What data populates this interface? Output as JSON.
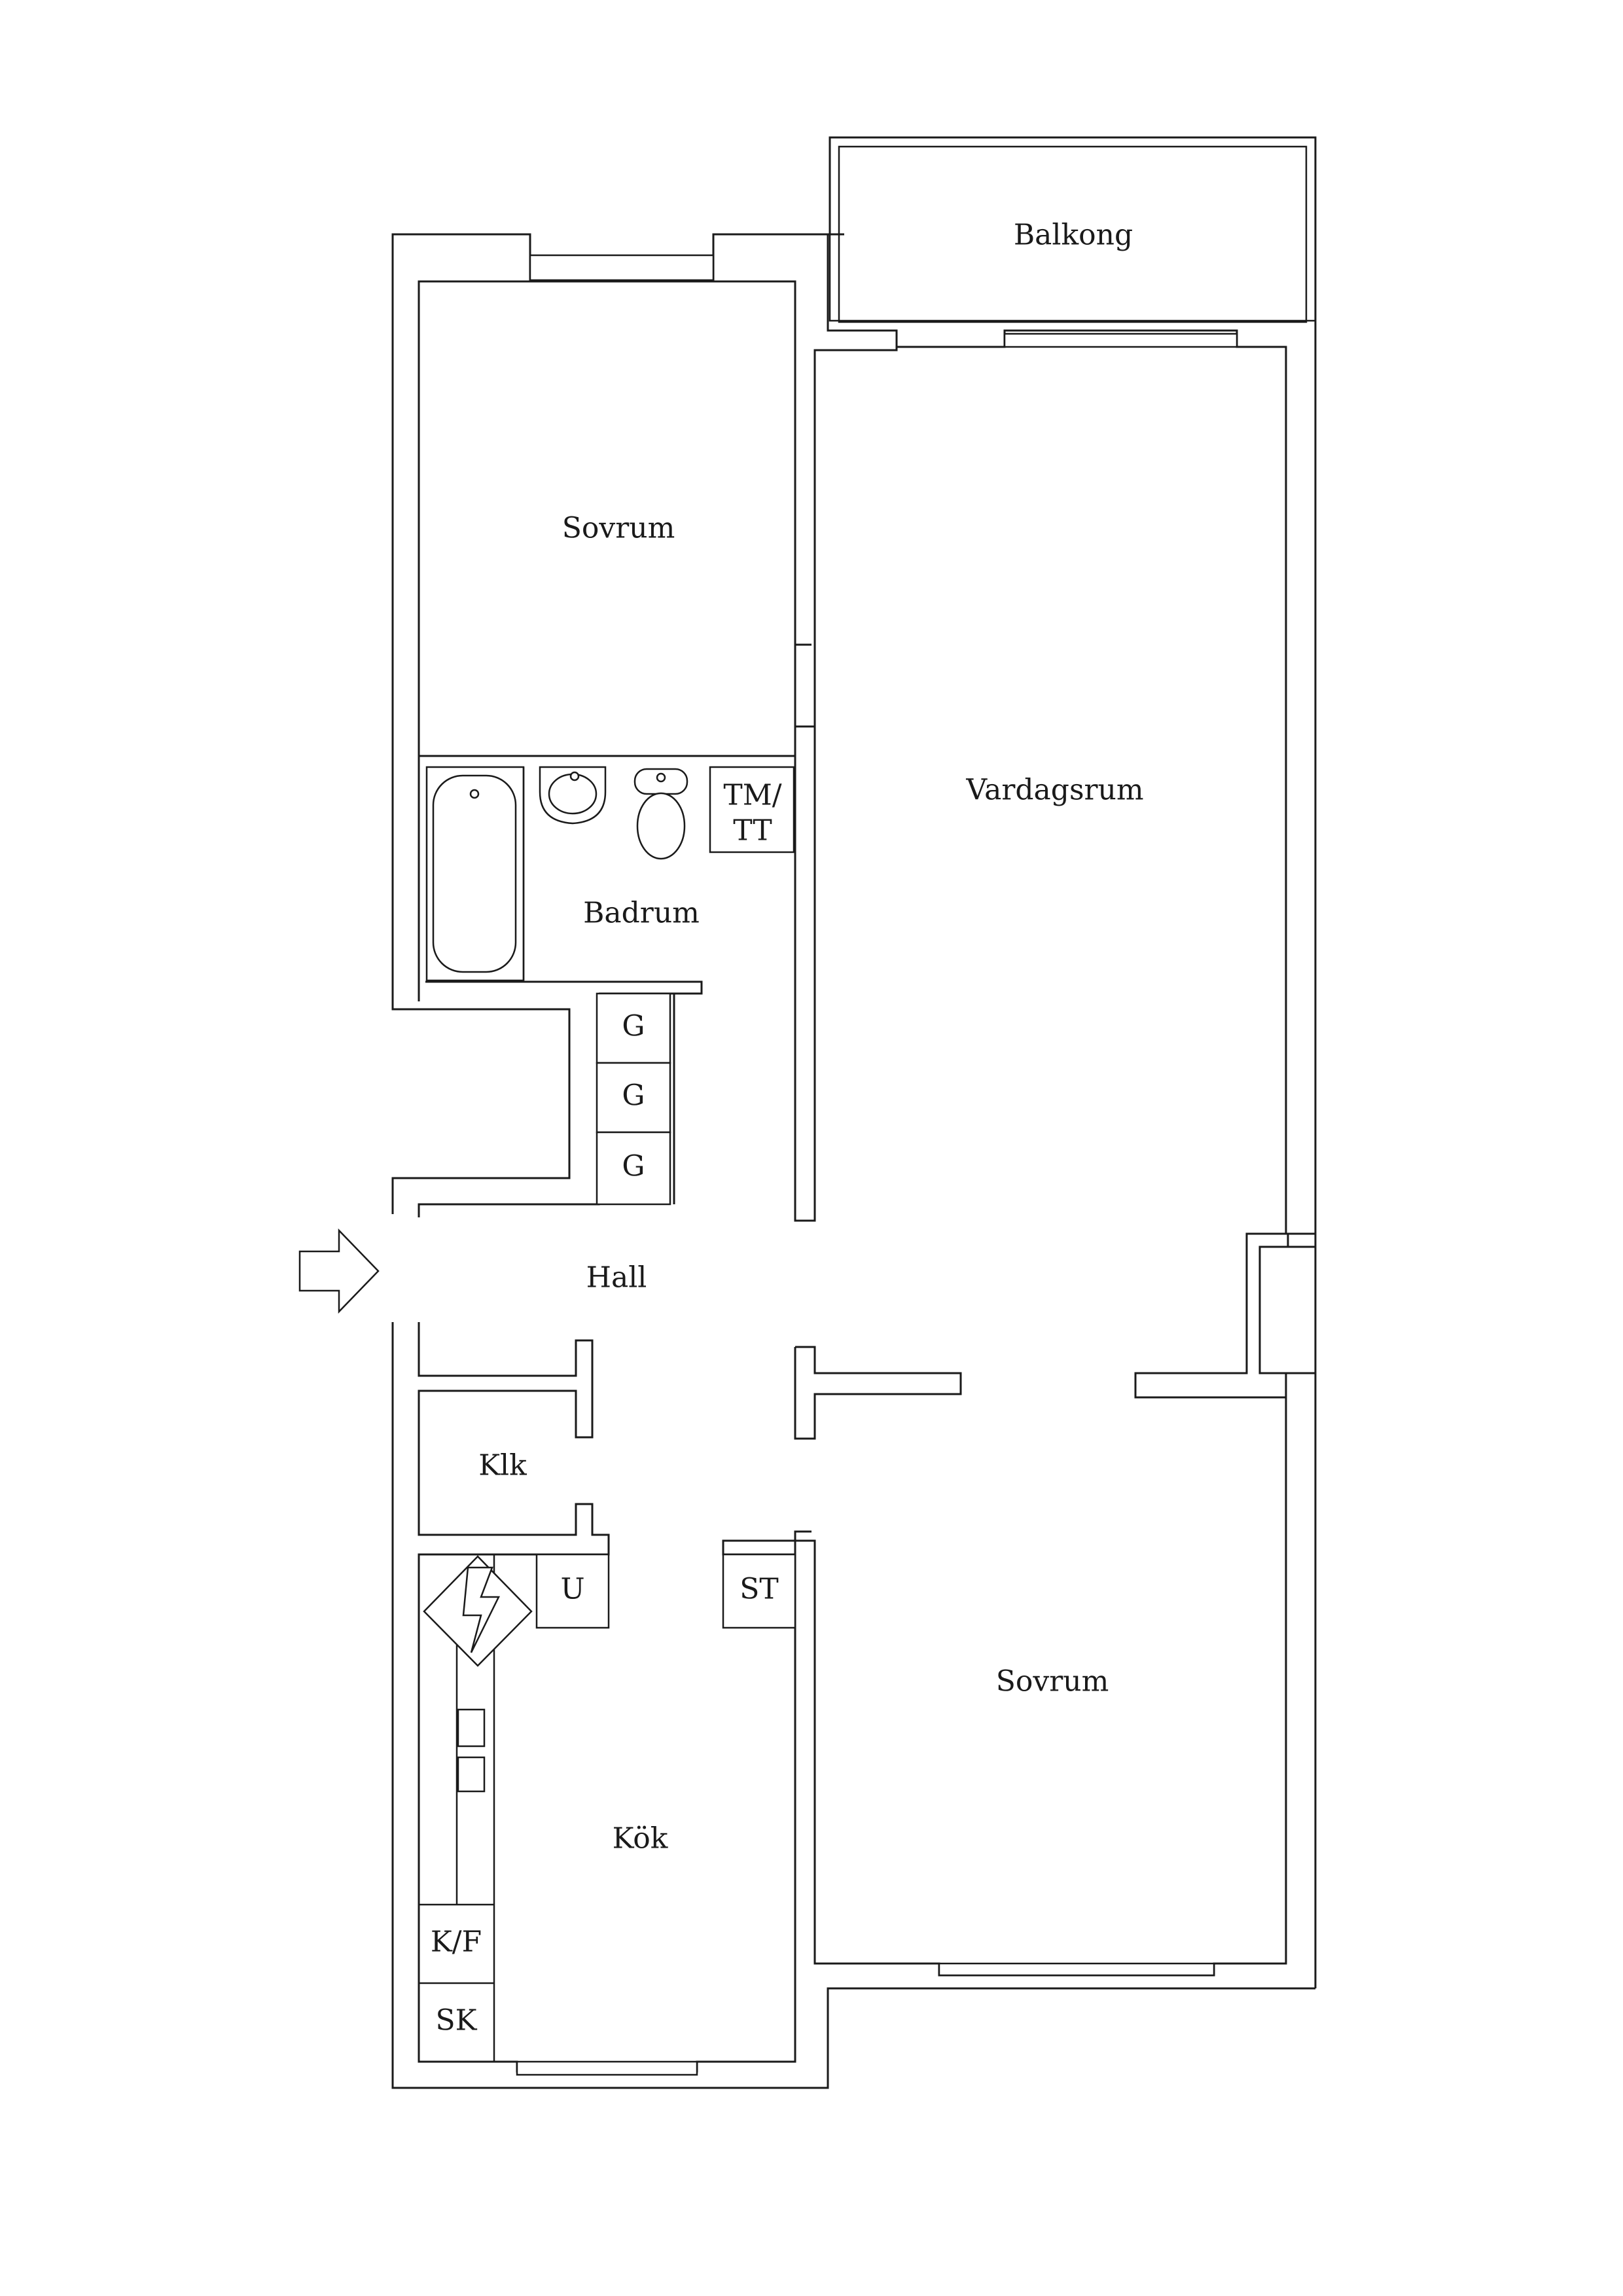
{
  "rooms": {
    "balkong": "Balkong",
    "sovrum_top": "Sovrum",
    "vardagsrum": "Vardagsrum",
    "badrum": "Badrum",
    "hall": "Hall",
    "klk": "Klk",
    "kok": "Kök",
    "sovrum_bottom": "Sovrum"
  },
  "fixtures": {
    "tm_line1": "TM/",
    "tm_line2": "TT",
    "g1": "G",
    "g2": "G",
    "g3": "G",
    "u": "U",
    "st": "ST",
    "kf": "K/F",
    "sk": "SK"
  },
  "icons": {
    "entrance": "entrance-arrow-icon",
    "bathtub": "bathtub-icon",
    "washbasin": "washbasin-icon",
    "toilet": "toilet-icon",
    "electrical": "electrical-panel-icon",
    "stove": "stove-icon"
  }
}
